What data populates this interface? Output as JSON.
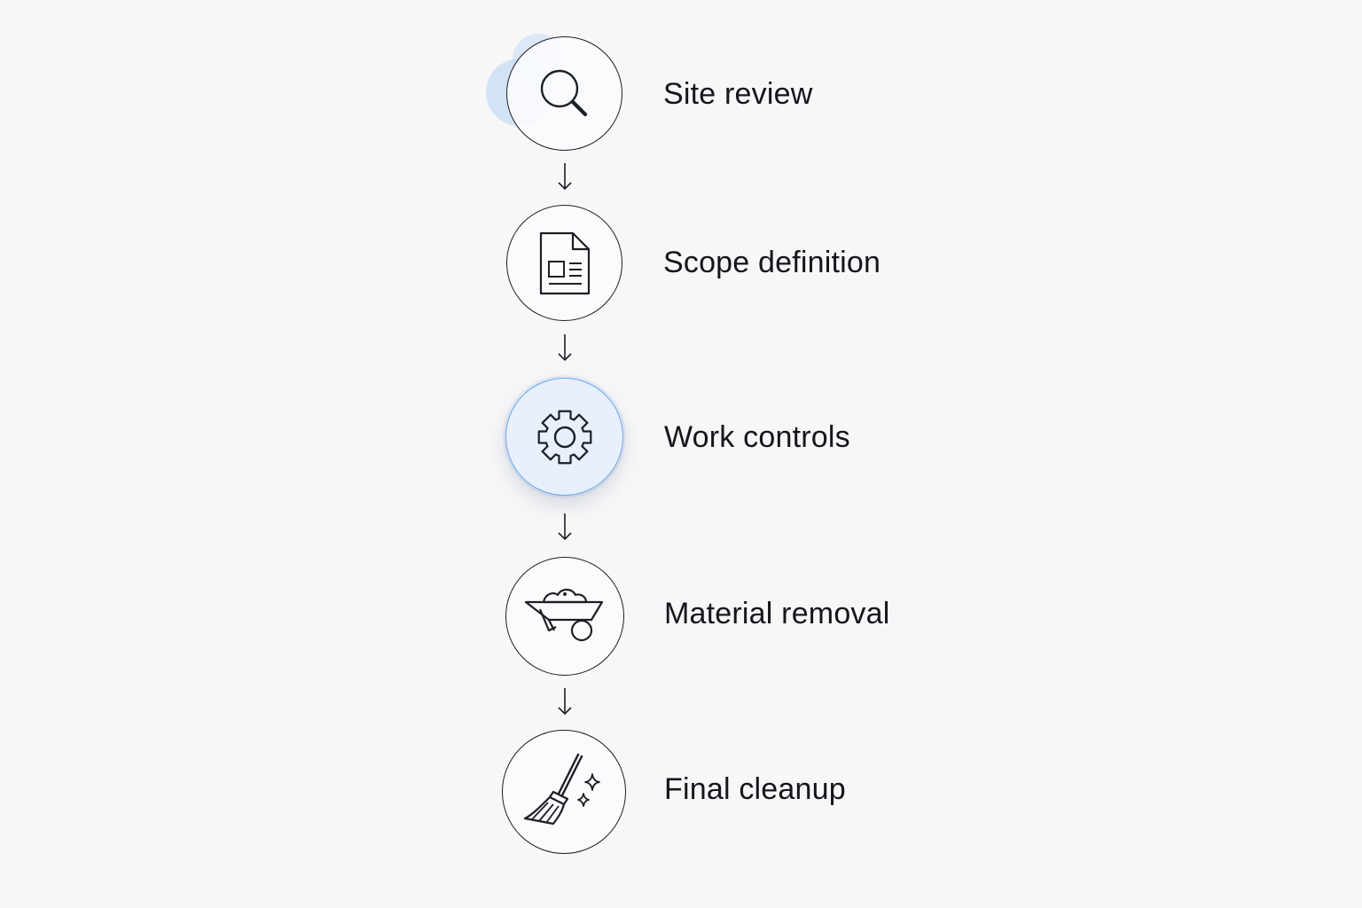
{
  "steps": [
    {
      "label": "Site review",
      "icon": "magnifier-icon"
    },
    {
      "label": "Scope definition",
      "icon": "document-icon"
    },
    {
      "label": "Work controls",
      "icon": "gear-icon",
      "highlighted": true
    },
    {
      "label": "Material removal",
      "icon": "wheelbarrow-icon"
    },
    {
      "label": "Final cleanup",
      "icon": "broom-sparkle-icon"
    }
  ],
  "colors": {
    "background": "#f7f7f8",
    "stroke": "#1c1f26",
    "accent_blue": "#6fa6e6",
    "accent_fill": "#e7f0fc",
    "blob": "#c7dcf6"
  }
}
